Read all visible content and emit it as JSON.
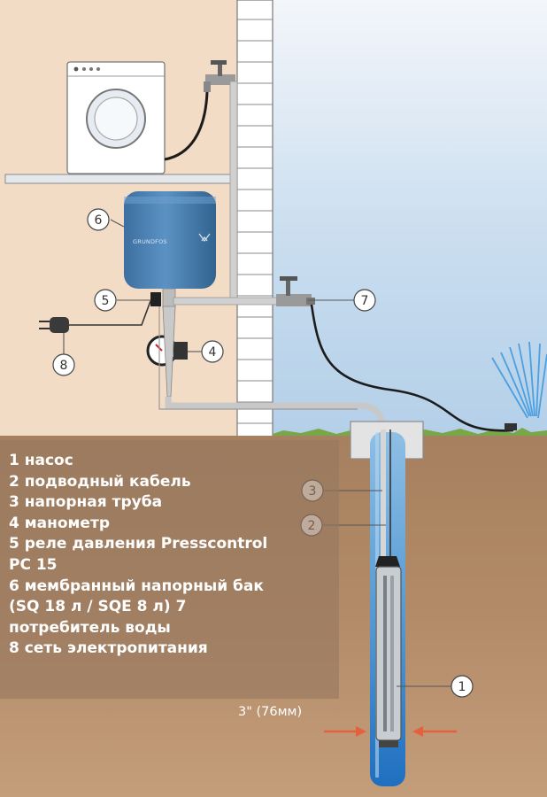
{
  "legend": {
    "lines": [
      "1 насос",
      "2 подводный кабель",
      "3 напорная труба",
      "4 манометр",
      "5 реле давления Presscontrol",
      "PC 15",
      "6 мембранный напорный бак",
      "(SQ 18 л / SQE 8 л) 7",
      "потребитель воды",
      "8 сеть электропитания"
    ]
  },
  "callouts": {
    "c1": "1",
    "c2": "2",
    "c3": "3",
    "c4": "4",
    "c5": "5",
    "c6": "6",
    "c7": "7",
    "c8": "8"
  },
  "dimension": {
    "label": "3\" (76мм)"
  },
  "tank": {
    "brand": "GRUNDFOS"
  },
  "colors": {
    "sky": "#dfe9f3",
    "wall": "#f2dcc5",
    "soil": "#a57e5f",
    "tank": "#4a80b3",
    "pipe": "#c7c7c7",
    "water": "#2b7fc9",
    "arrow": "#e5603c"
  }
}
